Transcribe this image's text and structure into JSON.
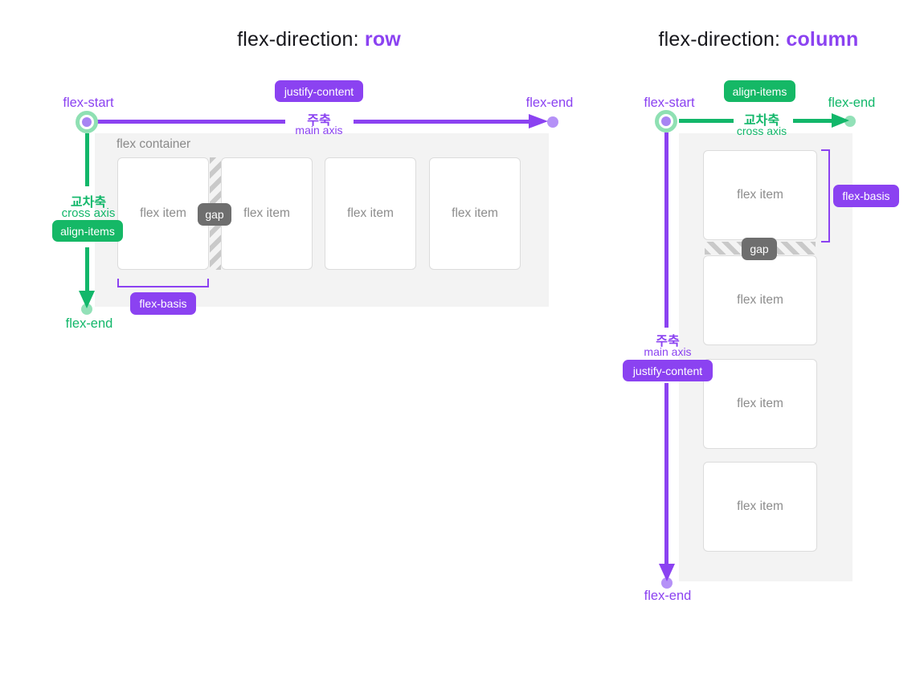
{
  "colors": {
    "accent_purple": "#8b42f1",
    "accent_purple_light": "#b591f7",
    "accent_green": "#12b76a",
    "accent_green_light": "#93e1b8",
    "badge_gray": "#6e6e6e",
    "container_bg": "#f3f3f3",
    "item_border": "#dcdcdc",
    "item_text": "#8d8d8d"
  },
  "left": {
    "title_prefix": "flex-direction: ",
    "title_value": "row",
    "flex_start_label": "flex-start",
    "flex_end_main_label": "flex-end",
    "flex_end_cross_label": "flex-end",
    "justify_content_badge": "justify-content",
    "align_items_badge": "align-items",
    "main_axis_ko": "주축",
    "main_axis_en": "main axis",
    "cross_axis_ko": "교차축",
    "cross_axis_en": "cross axis",
    "container_label": "flex container",
    "items": [
      "flex item",
      "flex item",
      "flex item",
      "flex item"
    ],
    "gap_badge": "gap",
    "flex_basis_badge": "flex-basis"
  },
  "right": {
    "title_prefix": "flex-direction: ",
    "title_value": "column",
    "flex_start_label": "flex-start",
    "flex_end_main_label": "flex-end",
    "flex_end_cross_label": "flex-end",
    "justify_content_badge": "justify-content",
    "align_items_badge": "align-items",
    "main_axis_ko": "주축",
    "main_axis_en": "main axis",
    "cross_axis_ko": "교차축",
    "cross_axis_en": "cross axis",
    "items": [
      "flex item",
      "flex item",
      "flex item",
      "flex item"
    ],
    "gap_badge": "gap",
    "flex_basis_badge": "flex-basis"
  }
}
